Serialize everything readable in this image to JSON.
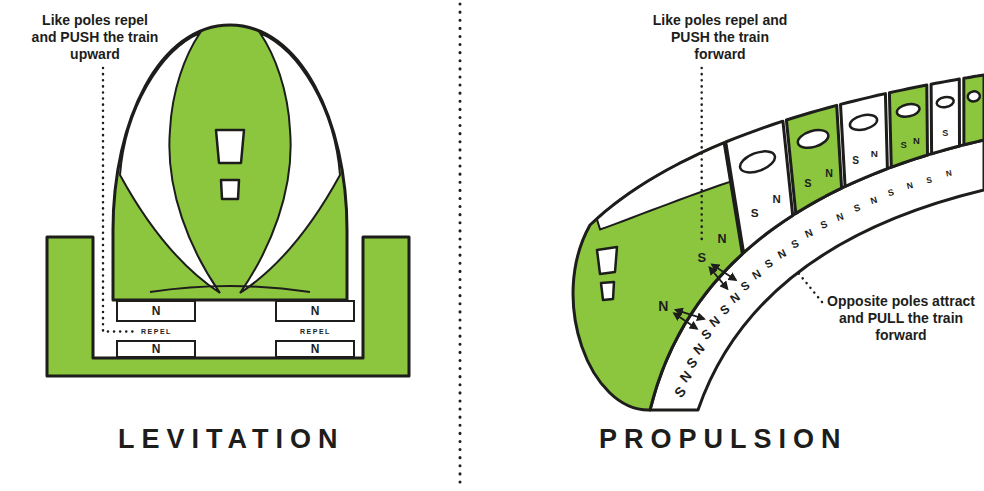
{
  "diagram": {
    "nodes": [
      {
        "text": [
          "N"
        ]
      },
      {
        "text": [
          "N"
        ]
      },
      {
        "text": [
          "N"
        ]
      },
      {
        "text": [
          "N"
        ]
      }
    ],
    "labels": [
      "Like poles repel and PUSH the train upward",
      "REPEL",
      "REPEL",
      "LEVITATION",
      "Like poles repel and PUSH the train forward",
      "Opposite poles attract and PULL the train forward",
      "PROPULSION",
      "N",
      "S",
      "N",
      "S",
      "N",
      "S",
      "N",
      "S",
      "N",
      "S",
      "N",
      "S",
      "S",
      "N",
      "S",
      "N",
      "S",
      "N",
      "S",
      "N",
      "S",
      "N",
      "S",
      "N",
      "S",
      "N",
      "S",
      "N",
      "S",
      "N",
      "S",
      "N",
      "S",
      "N"
    ]
  }
}
